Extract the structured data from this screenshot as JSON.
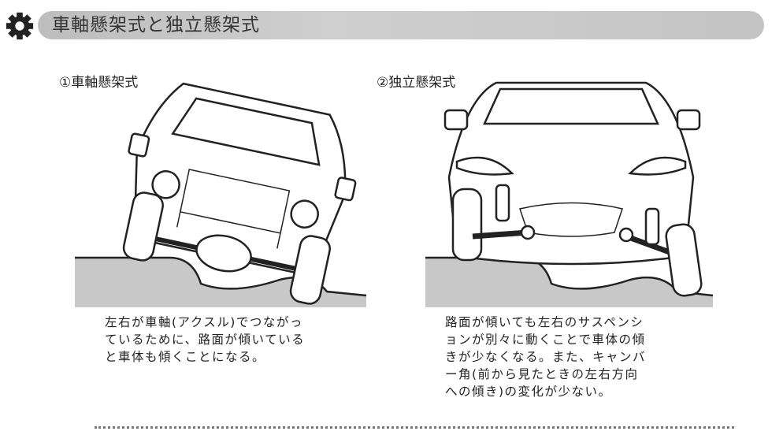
{
  "section": {
    "title": "車軸懸架式と独立懸架式",
    "icon": "gear-icon"
  },
  "figures": [
    {
      "label": "①車軸懸架式",
      "caption_lines": [
        "左右が車軸(アクスル)でつながっ",
        "ているために、路面が傾いている",
        "と車体も傾くことになる。"
      ]
    },
    {
      "label": "②独立懸架式",
      "caption_lines": [
        "路面が傾いても左右のサスペンシ",
        "ョンが別々に動くことで車体の傾",
        "きが少なくなる。また、キャンバ",
        "ー角(前から見たときの左右方向",
        "への傾き)の変化が少ない。"
      ]
    }
  ]
}
